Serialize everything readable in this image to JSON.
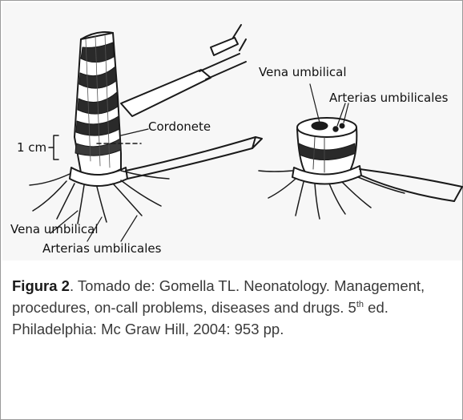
{
  "figure": {
    "labels": {
      "vena_umbilical_right": "Vena umbilical",
      "arterias_umbilicales_right": "Arterias umbilicales",
      "cordonete": "Cordonete",
      "one_cm": "1 cm",
      "vena_umbilical_left": "Vena umbilical",
      "arterias_umbilicales_left": "Arterias umbilicales"
    }
  },
  "caption": {
    "figure_label": "Figura 2",
    "text_before_sup": ". Tomado de: Gomella TL. Neonatology. Management, procedures, on-call problems, diseases and drugs. 5",
    "sup": "th",
    "text_after_sup": " ed. Philadelphia: Mc Graw Hill, 2004: 953 pp."
  }
}
